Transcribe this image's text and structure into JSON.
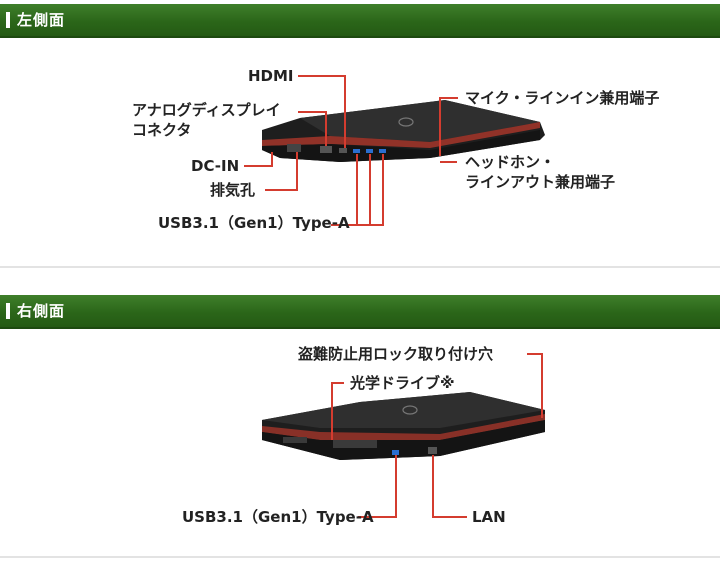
{
  "left": {
    "title": "左側面",
    "labels": {
      "hdmi": "HDMI",
      "analog_1": "アナログディスプレイ",
      "analog_2": "コネクタ",
      "dcin": "DC-IN",
      "exhaust": "排気孔",
      "usb": "USB3.1（Gen1）Type-A",
      "mic": "マイク・ラインイン兼用端子",
      "headphone_1": "ヘッドホン・",
      "headphone_2": "ラインアウト兼用端子"
    }
  },
  "right": {
    "title": "右側面",
    "labels": {
      "lock": "盗難防止用ロック取り付け穴",
      "optical": "光学ドライブ※",
      "usb": "USB3.1（Gen1）Type-A",
      "lan": "LAN"
    }
  },
  "colors": {
    "header": "#2b6619",
    "callout": "#d43c2f"
  }
}
